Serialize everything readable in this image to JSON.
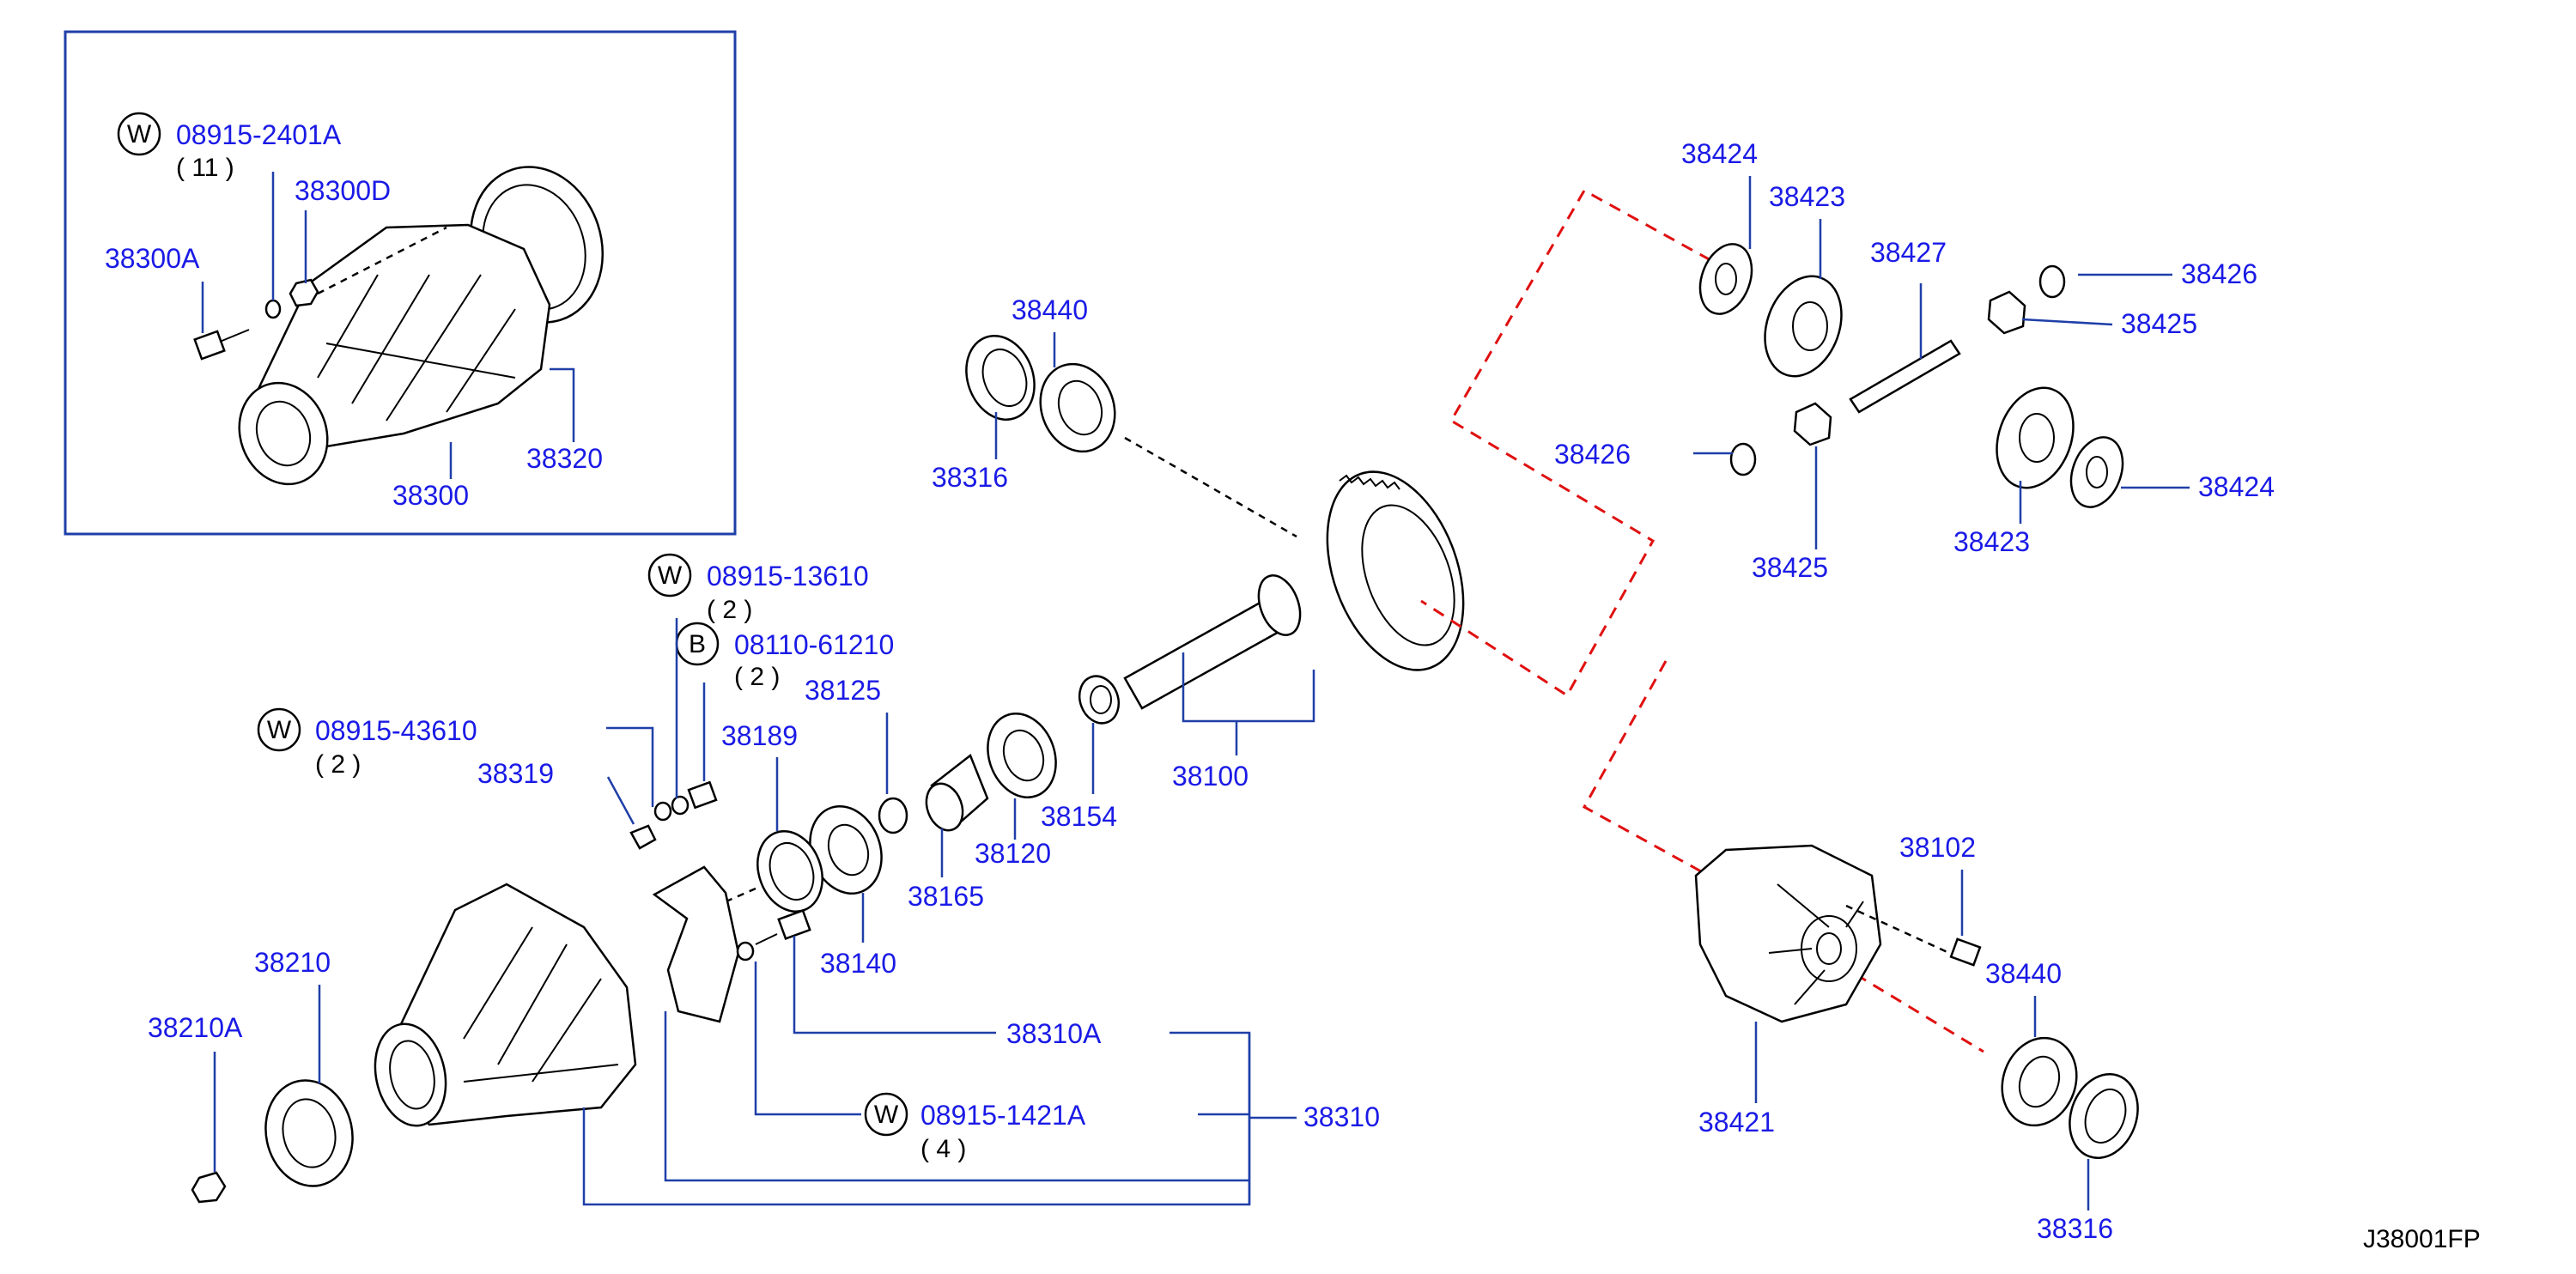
{
  "diagram_ref": "J38001FP",
  "washer_marker": "W",
  "bolt_marker": "B",
  "labels": {
    "w_08915_2401a": "08915-2401A",
    "q_11": "( 11 )",
    "p_38300d": "38300D",
    "p_38300a": "38300A",
    "p_38300": "38300",
    "p_38320": "38320",
    "p_38440_top": "38440",
    "p_38316_top": "38316",
    "w_08915_13610": "08915-13610",
    "q_2_a": "( 2 )",
    "b_08110_61210": "08110-61210",
    "q_2_b": "( 2 )",
    "p_38125": "38125",
    "w_08915_43610": "08915-43610",
    "q_2_c": "( 2 )",
    "p_38319": "38319",
    "p_38189": "38189",
    "p_38154": "38154",
    "p_38120": "38120",
    "p_38100": "38100",
    "p_38165": "38165",
    "p_38140": "38140",
    "p_38210": "38210",
    "p_38210a": "38210A",
    "p_38310a": "38310A",
    "w_08915_1421a": "08915-1421A",
    "q_4": "( 4 )",
    "p_38310": "38310",
    "p_38424_top": "38424",
    "p_38423_top": "38423",
    "p_38427": "38427",
    "p_38426_right": "38426",
    "p_38425_right": "38425",
    "p_38426_left": "38426",
    "p_38425_bottom": "38425",
    "p_38423_bottom": "38423",
    "p_38424_bottom": "38424",
    "p_38102": "38102",
    "p_38440_bottom": "38440",
    "p_38421": "38421",
    "p_38316_bottom": "38316"
  },
  "colors": {
    "label_blue": "#1a1ae6",
    "leader_blue": "#1f3fa8",
    "box_blue": "#1f3fa8",
    "dash_red": "#e01010",
    "line_black": "#000000"
  }
}
